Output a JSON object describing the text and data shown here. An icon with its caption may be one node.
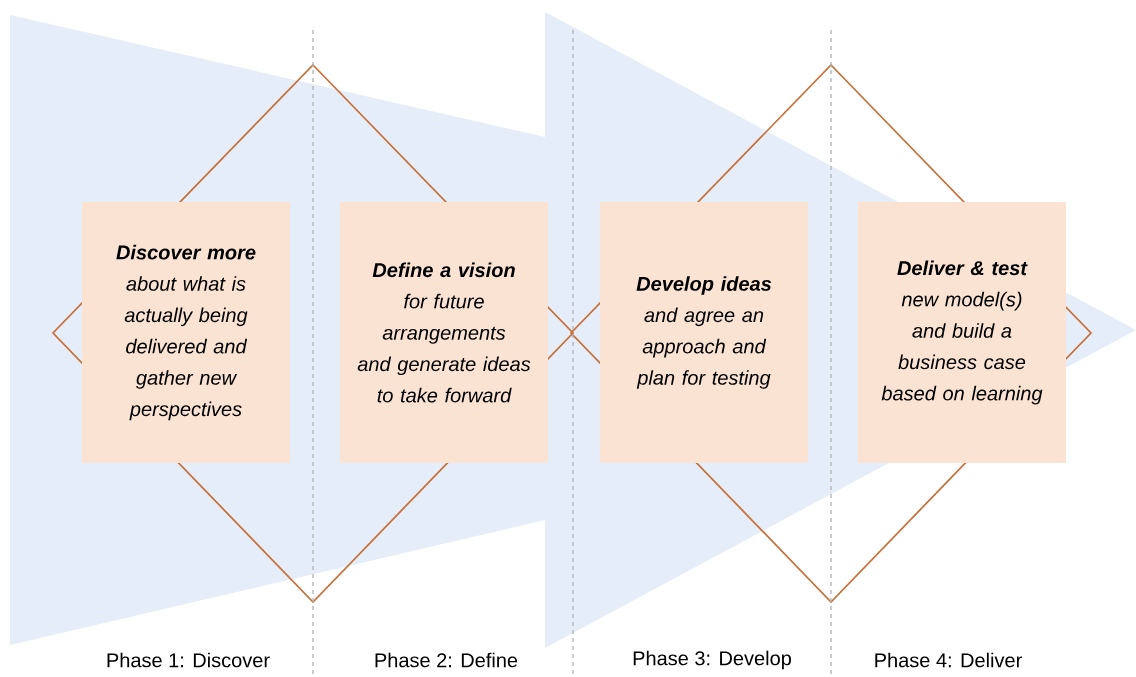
{
  "diagram": {
    "nodes": [
      {
        "text": [
          "Discover more",
          "about what is actually being delivered and gather new perspectives"
        ]
      },
      {
        "text": [
          "Define a vision",
          "for future arrangements and generate ideas to take forward"
        ]
      },
      {
        "text": [
          "Develop ideas",
          "and agree an approach and plan for testing"
        ]
      },
      {
        "text": [
          "Deliver & test",
          "new model(s) and build a business case based on learning"
        ]
      }
    ],
    "labels": [
      "Phase 1: Discover",
      "Phase 2: Define",
      "Phase 3: Develop",
      "Phase 4: Deliver"
    ]
  }
}
